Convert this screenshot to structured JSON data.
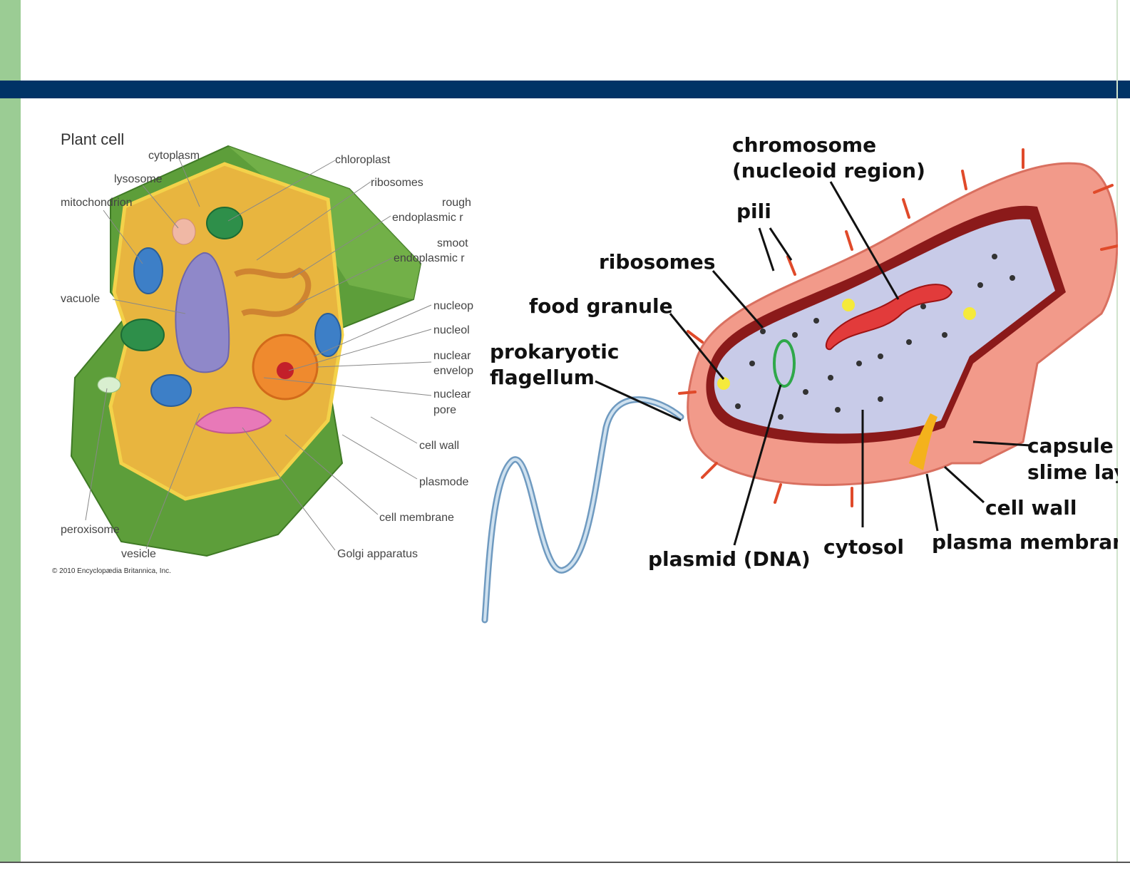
{
  "slide": {
    "accent_green": "#9bcc94",
    "band_color": "#003366"
  },
  "plant_cell": {
    "title": "Plant cell",
    "labels": {
      "cytoplasm": "cytoplasm",
      "chloroplast": "chloroplast",
      "lysosome": "lysosome",
      "ribosomes": "ribosomes",
      "mitochondrion": "mitochondrion",
      "rough_er_1": "rough",
      "rough_er_2": "endoplasmic r",
      "smooth_er_1": "smoot",
      "smooth_er_2": "endoplasmic r",
      "vacuole": "vacuole",
      "nucleoplasm": "nucleop",
      "nucleolus": "nucleol",
      "nuclear_envelope_1": "nuclear",
      "nuclear_envelope_2": "envelop",
      "nuclear_pore_1": "nuclear",
      "nuclear_pore_2": "pore",
      "cell_wall": "cell wall",
      "plasmodesmata": "plasmode",
      "cell_membrane": "cell membrane",
      "peroxisome": "peroxisome",
      "vesicle": "vesicle",
      "golgi": "Golgi apparatus"
    },
    "copyright": "© 2010 Encyclopædia Britannica, Inc."
  },
  "prokaryote": {
    "labels": {
      "chromosome_1": "chromosome",
      "chromosome_2": "(nucleoid region)",
      "pili": "pili",
      "ribosomes": "ribosomes",
      "food_granule": "food granule",
      "flagellum_1": "prokaryotic",
      "flagellum_2": "flagellum",
      "capsule_1": "capsule o",
      "capsule_2": "slime lay",
      "cell_wall": "cell wall",
      "plasmid": "plasmid (DNA)",
      "cytosol": "cytosol",
      "plasma_membrane": "plasma membran"
    }
  }
}
